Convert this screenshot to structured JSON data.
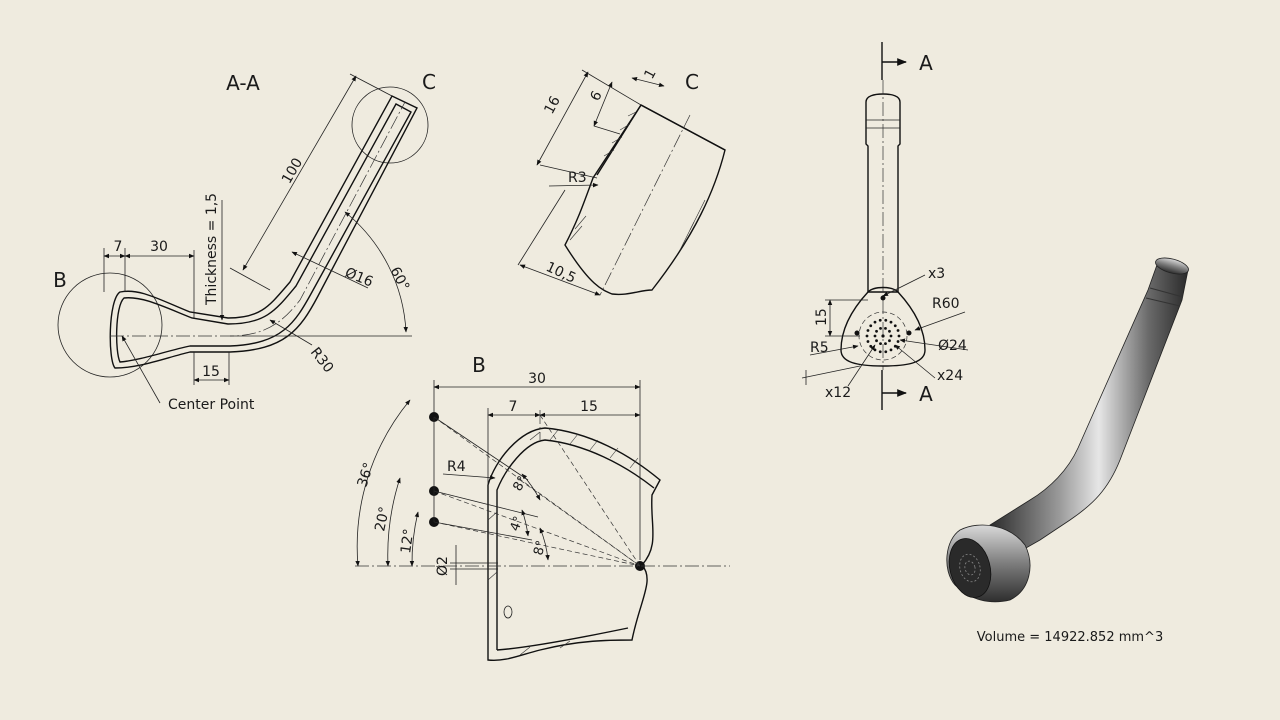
{
  "section_aa": {
    "title": "A-A",
    "detail_b_tag": "B",
    "detail_c_tag": "C",
    "dim_100": "100",
    "dim_30": "30",
    "dim_7": "7",
    "dim_15": "15",
    "thickness": "Thickness = 1,5",
    "dia16": "Ø16",
    "angle60": "60°",
    "r30": "R30",
    "center_point": "Center Point"
  },
  "detail_c": {
    "title": "C",
    "dim_1": "1",
    "dim_6": "6",
    "dim_16": "16",
    "r3": "R3",
    "dim_10_5": "10,5"
  },
  "detail_b": {
    "title": "B",
    "dim_30": "30",
    "dim_7": "7",
    "dim_15": "15",
    "r4": "R4",
    "a36": "36°",
    "a20": "20°",
    "a12": "12°",
    "a8_top": "8°",
    "a4": "4°",
    "a8_bot": "8°",
    "dia2": "Ø2"
  },
  "front_view": {
    "label_a_top": "A",
    "label_a_bottom": "A",
    "x3": "x3",
    "r60": "R60",
    "dim_15": "15",
    "r5": "R5",
    "dia24": "Ø24",
    "x24": "x24",
    "x12": "x12"
  },
  "model": {
    "volume": "Volume = 14922.852 mm^3"
  },
  "colors": {
    "background": "#efebdf",
    "line": "#111111"
  }
}
